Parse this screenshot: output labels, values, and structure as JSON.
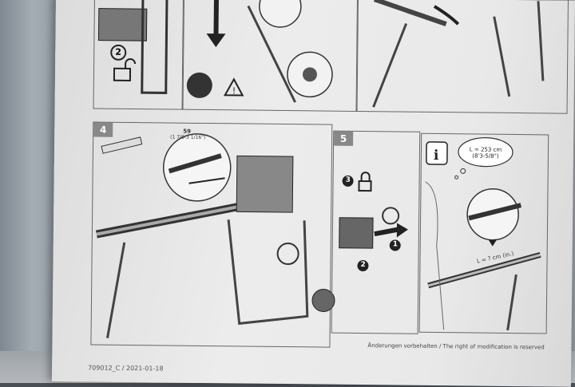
{
  "steps": [
    {
      "label": "4"
    },
    {
      "label": "5"
    }
  ],
  "step2_number": "2",
  "step5_callouts": [
    "3",
    "1",
    "2"
  ],
  "dimension_label": "59",
  "dimension_sub": "(1 7/8-3 1/16\")",
  "info": {
    "length_line1": "L = 253 cm",
    "length_line2": "(8'3-5/8\")",
    "rail_label": "L = ? cm (in.)"
  },
  "footer": {
    "notice": "Änderungen vorbehalten / The right of modification is reserved",
    "doc_id": "709012_C / 2021-01-18"
  },
  "colors": {
    "paper": "#e8e8e8",
    "line": "#333333",
    "badge": "#888888"
  }
}
